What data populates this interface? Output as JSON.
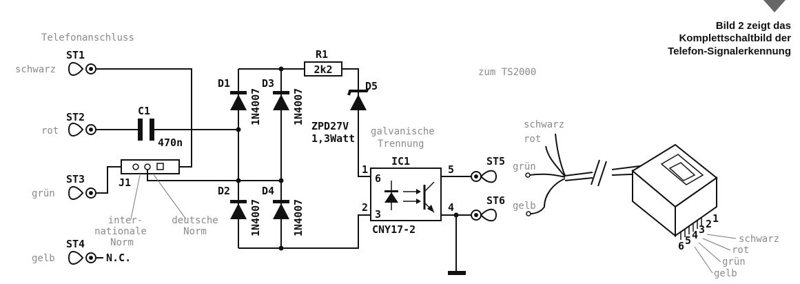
{
  "caption": {
    "line1": "Bild 2 zeigt das",
    "line2": "Komplettschaltbild der",
    "line3": "Telefon-Signalerkennung"
  },
  "section_telefon": "Telefonanschluss",
  "section_ts": "zum TS2000",
  "terminals": {
    "st1": {
      "id": "ST1",
      "wire": "schwarz"
    },
    "st2": {
      "id": "ST2",
      "wire": "rot"
    },
    "st3": {
      "id": "ST3",
      "wire": "grün"
    },
    "st4": {
      "id": "ST4",
      "wire": "gelb",
      "note": "N.C."
    },
    "st5": {
      "id": "ST5"
    },
    "st6": {
      "id": "ST6"
    }
  },
  "components": {
    "c1": {
      "ref": "C1",
      "value": "470n"
    },
    "r1": {
      "ref": "R1",
      "value": "2k2"
    },
    "d1": {
      "ref": "D1",
      "type": "1N4007"
    },
    "d2": {
      "ref": "D2",
      "type": "1N4007"
    },
    "d3": {
      "ref": "D3",
      "type": "1N4007"
    },
    "d4": {
      "ref": "D4",
      "type": "1N4007"
    },
    "d5": {
      "ref": "D5",
      "type": "ZPD27V",
      "power": "1,3Watt"
    },
    "j1": {
      "ref": "J1"
    },
    "ic1": {
      "ref": "IC1",
      "type": "CNY17-2",
      "pin1": "1",
      "pin2": "2",
      "pin3": "3",
      "pin4": "4",
      "pin5": "5",
      "pin6": "6"
    }
  },
  "jumper_notes": {
    "intl_1": "inter-",
    "intl_2": "nationale",
    "intl_3": "Norm",
    "de_1": "deutsche",
    "de_2": "Norm"
  },
  "isolation_1": "galvanische",
  "isolation_2": "Trennung",
  "cable_wires": {
    "schwarz": "schwarz",
    "rot": "rot",
    "gruen": "grün",
    "gelb": "gelb"
  },
  "plug": {
    "pins": [
      "1",
      "2",
      "3",
      "4",
      "5",
      "6"
    ],
    "label_schwarz": "schwarz",
    "label_rot": "rot",
    "label_gruen": "grün",
    "label_gelb": "gelb"
  }
}
